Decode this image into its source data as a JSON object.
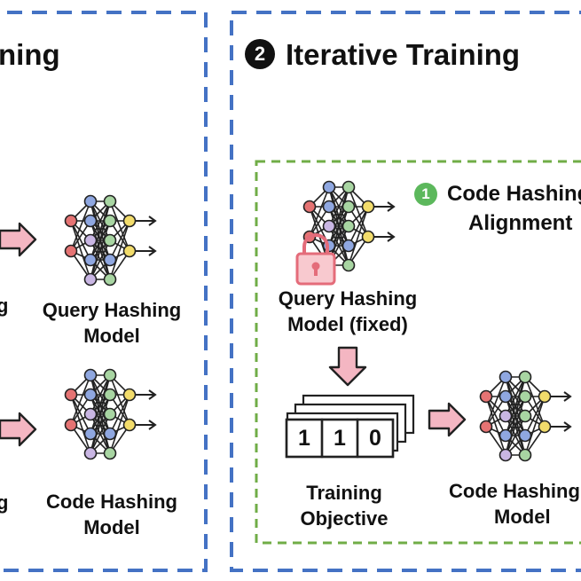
{
  "left_panel": {
    "title_fragment": "ning",
    "query_fragment": "g",
    "code_fragment": "g",
    "query_model_label_line1": "Query Hashing",
    "query_model_label_line2": "Model",
    "code_model_label_line1": "Code Hashing",
    "code_model_label_line2": "Model"
  },
  "right_panel": {
    "step_number": "2",
    "title": "Iterative Training",
    "sub_step_number": "1",
    "sub_title_line1": "Code Hashing",
    "sub_title_line2": "Alignment",
    "query_model_label_line1": "Query Hashing",
    "query_model_label_line2": "Model (fixed)",
    "objective_label_line1": "Training",
    "objective_label_line2": "Objective",
    "code_model_label_line1": "Code Hashing",
    "code_model_label_line2": "Model",
    "bits": [
      "1",
      "1",
      "0"
    ]
  },
  "colors": {
    "panel_border": "#4472c4",
    "group_border": "#70ad47",
    "arrow_fill": "#f4b6c2",
    "arrow_stroke": "#222222",
    "lock": "#e46c7a",
    "node_red": "#e57373",
    "node_blue": "#8fa7e0",
    "node_green": "#a8d5a2",
    "node_yellow": "#f2dc6b",
    "node_purple": "#c9b6e3"
  },
  "icons": [
    "neural-network-icon",
    "lock-icon",
    "right-arrow-icon",
    "down-arrow-icon",
    "binary-stack-icon"
  ]
}
